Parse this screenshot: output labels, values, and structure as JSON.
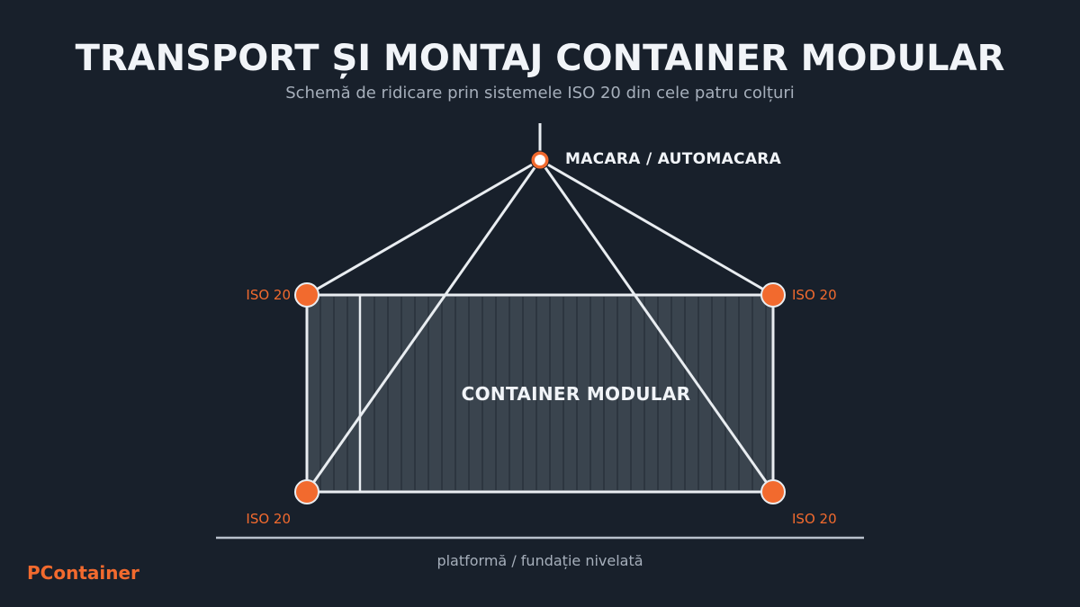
{
  "title": "TRANSPORT ȘI MONTAJ CONTAINER MODULAR",
  "subtitle": "Schemă de ridicare prin sistemele ISO 20 din cele patru colțuri",
  "crane": {
    "label": "MACARA / AUTOMACARA"
  },
  "container": {
    "label": "CONTAINER MODULAR",
    "corners": [
      {
        "id": "top-left",
        "label": "ISO 20"
      },
      {
        "id": "top-right",
        "label": "ISO 20"
      },
      {
        "id": "bottom-left",
        "label": "ISO 20"
      },
      {
        "id": "bottom-right",
        "label": "ISO 20"
      }
    ]
  },
  "ground": {
    "label": "platformă / fundație nivelată"
  },
  "brand": "PContainer",
  "colors": {
    "background": "#18202b",
    "accent": "#f26a2e",
    "line": "#e9edf1",
    "container_fill": "#3a444e",
    "muted_text": "#a6afbb"
  }
}
